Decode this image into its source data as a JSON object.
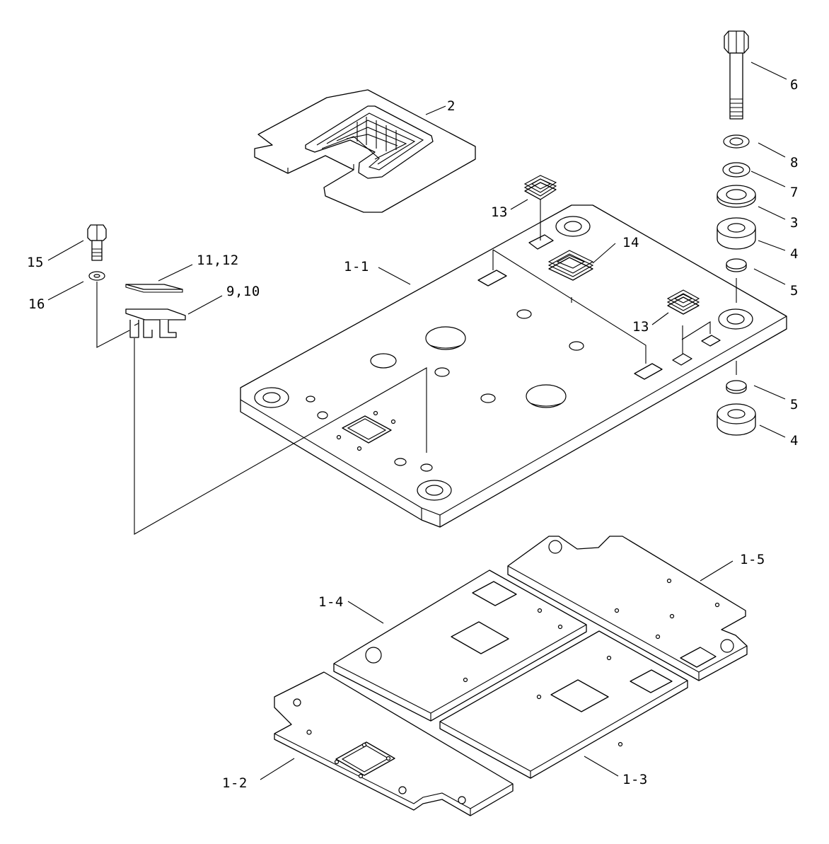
{
  "diagram": {
    "callouts": {
      "c_1_1": "1-1",
      "c_1_2": "1-2",
      "c_1_3": "1-3",
      "c_1_4": "1-4",
      "c_1_5": "1-5",
      "c_2": "2",
      "c_3": "3",
      "c_4_top": "4",
      "c_4_bottom": "4",
      "c_5_top": "5",
      "c_5_bottom": "5",
      "c_6": "6",
      "c_7": "7",
      "c_8": "8",
      "c_9_10": "9,10",
      "c_11_12": "11,12",
      "c_13_top": "13",
      "c_13_right": "13",
      "c_14": "14",
      "c_15": "15",
      "c_16": "16"
    }
  }
}
